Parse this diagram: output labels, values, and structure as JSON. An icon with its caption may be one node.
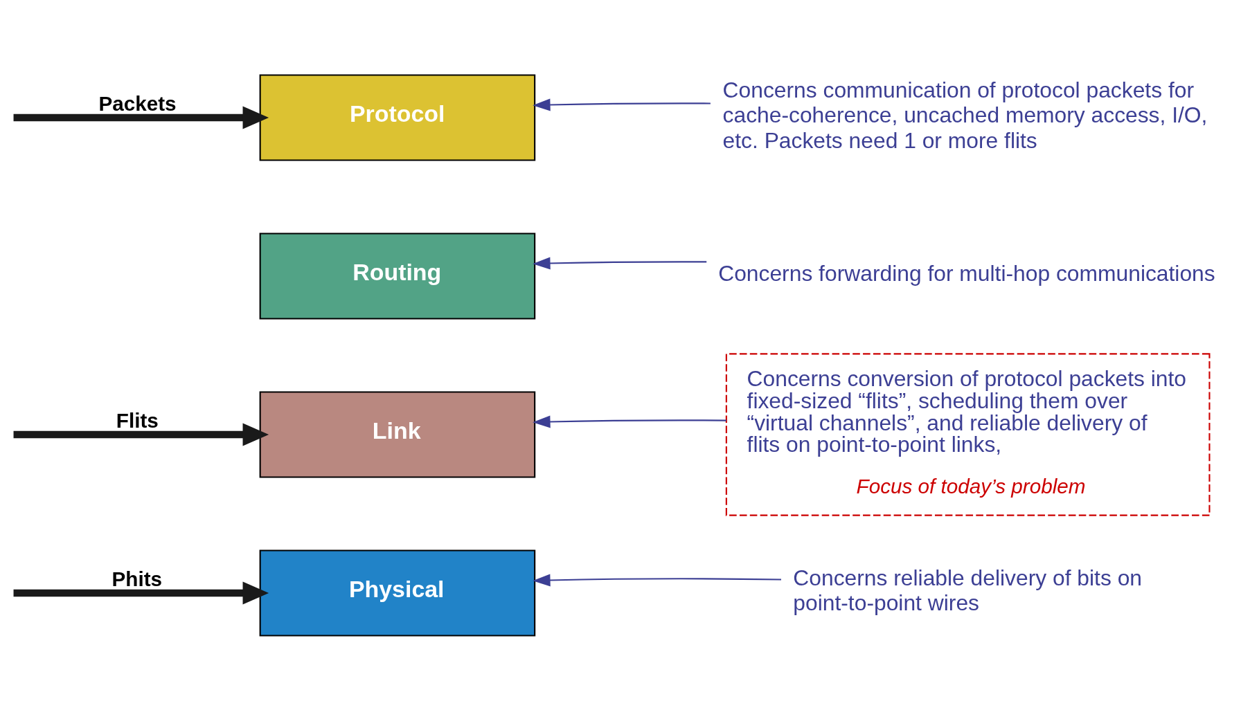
{
  "diagram": {
    "nodes": [
      {
        "text": [
          "Protocol"
        ]
      },
      {
        "text": [
          "Routing"
        ]
      },
      {
        "text": [
          "Link"
        ]
      },
      {
        "text": [
          "Physical"
        ]
      },
      {
        "text": [
          "Concerns communication of protocol packets for cache-coherence, uncached memory access, I/O, etc. Packets need 1 or more flits"
        ]
      },
      {
        "text": [
          "Concerns forwarding for multi-hop communications"
        ]
      },
      {
        "text": [
          "Concerns conversion of protocol packets into fixed-sized “flits”, scheduling them over “virtual channels”, and reliable delivery of flits on point-to-point links,",
          "Focus of today’s problem"
        ]
      },
      {
        "text": [
          "Concerns reliable delivery of bits on point-to-point wires"
        ]
      }
    ],
    "edges": [
      {
        "from": null,
        "to": 0,
        "arrow": "to",
        "label": "Packets",
        "style": "thick",
        "color": "#1a1a1a"
      },
      {
        "from": null,
        "to": 2,
        "arrow": "to",
        "label": "Flits",
        "style": "thick",
        "color": "#1a1a1a"
      },
      {
        "from": null,
        "to": 3,
        "arrow": "to",
        "label": "Phits",
        "style": "thick",
        "color": "#1a1a1a"
      },
      {
        "from": 4,
        "to": 0,
        "arrow": "to"
      },
      {
        "from": 5,
        "to": 1,
        "arrow": "to"
      },
      {
        "from": 6,
        "to": 2,
        "arrow": "to"
      },
      {
        "from": 7,
        "to": 3,
        "arrow": "to"
      }
    ]
  }
}
